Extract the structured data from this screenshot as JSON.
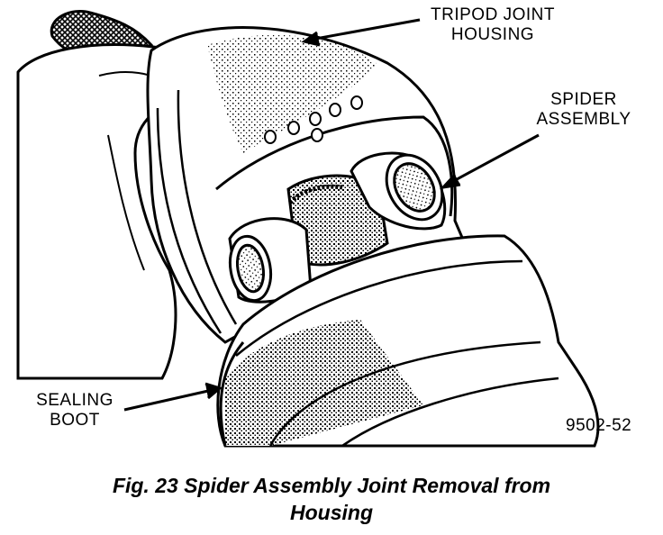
{
  "labels": {
    "tripod_line1": "TRIPOD JOINT",
    "tripod_line2": "HOUSING",
    "spider_line1": "SPIDER",
    "spider_line2": "ASSEMBLY",
    "boot_line1": "SEALING",
    "boot_line2": "BOOT",
    "figure_code": "9502-52"
  },
  "caption": {
    "line1": "Fig. 23 Spider Assembly Joint Removal from",
    "line2": "Housing"
  }
}
